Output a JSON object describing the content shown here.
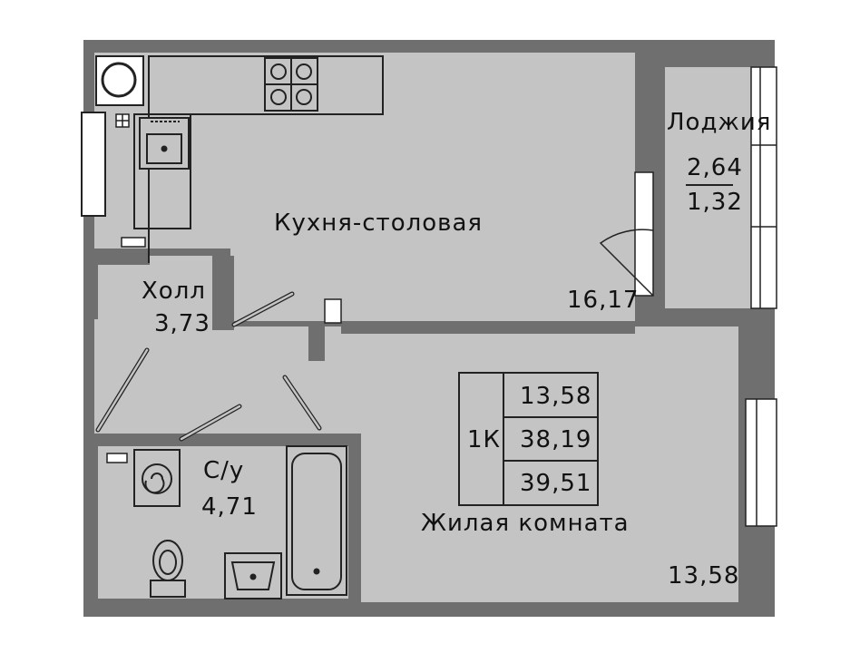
{
  "rooms": {
    "kitchen": {
      "name": "Кухня-столовая",
      "area": "16,17"
    },
    "hall": {
      "name": "Холл",
      "area": "3,73"
    },
    "loggia": {
      "name": "Лоджия",
      "area_full": "2,64",
      "area_reduced": "1,32"
    },
    "bathroom": {
      "name": "С/у",
      "area": "4,71"
    },
    "living": {
      "name": "Жилая комната",
      "area": "13,58"
    }
  },
  "summary": {
    "type": "1К",
    "living_area": "13,58",
    "total_area": "38,19",
    "total_with_loggia": "39,51"
  },
  "colors": {
    "floor": "#c4c4c4",
    "wall": "#6f6f6f",
    "fixture": "#ffffff",
    "line": "#222222"
  }
}
